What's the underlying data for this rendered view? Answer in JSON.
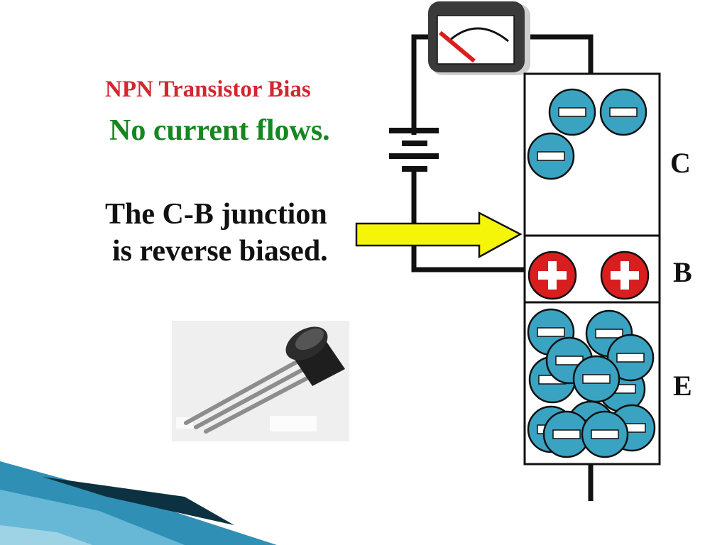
{
  "title": "NPN Transistor Bias",
  "status": "No current flows.",
  "description_line1": "The C-B junction",
  "description_line2": "is reverse biased.",
  "regions": {
    "collector": "C",
    "base": "B",
    "emitter": "E"
  },
  "colors": {
    "title": "#d0282e",
    "status": "#15871e",
    "electron": "#3aa3c2",
    "hole": "#d81e1e",
    "arrow": "#f5f50a",
    "accent_band": "#2f8fb5"
  },
  "icons": [
    "meter-icon",
    "battery-icon",
    "arrow-icon",
    "electron-icon",
    "hole-icon",
    "transistor-photo"
  ]
}
